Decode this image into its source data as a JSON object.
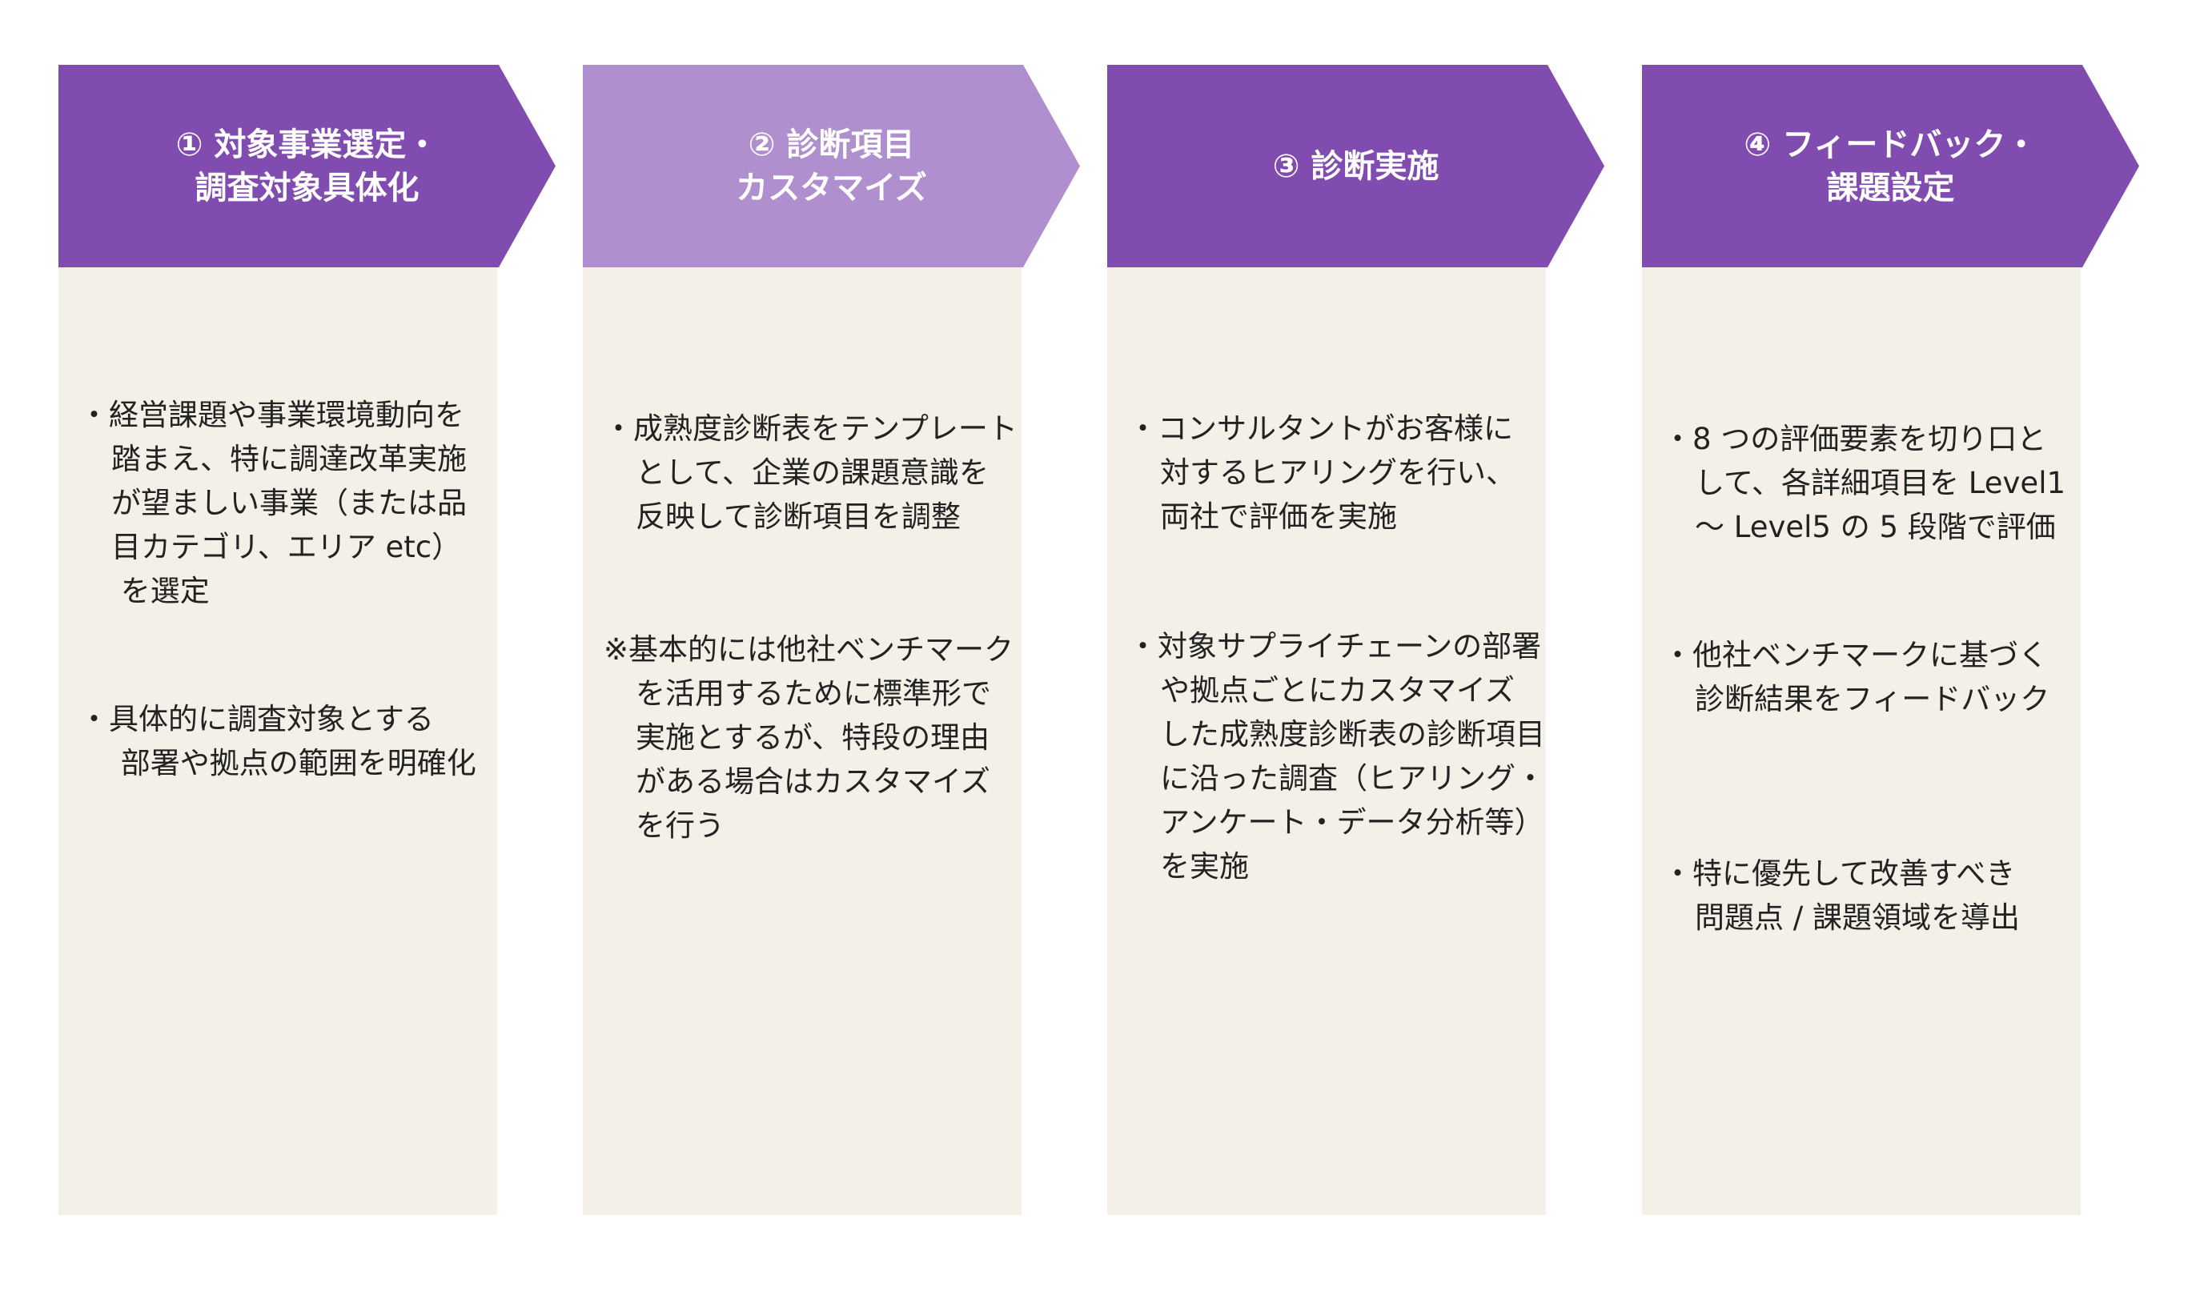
{
  "colors": {
    "step_dark": "#814caf",
    "step_light": "#b08fcf",
    "panel": "#f4f0e7"
  },
  "steps": [
    {
      "title": [
        "① 対象事業選定・",
        "調査対象具体化"
      ],
      "variant": "dark",
      "blocks": [
        [
          "・経営課題や事業環境動向を",
          "踏まえ、特に調達改革実施",
          "が望ましい事業（または品",
          "目カテゴリ、エリア etc）",
          " を選定"
        ],
        [
          "・具体的に調査対象とする",
          " 部署や拠点の範囲を明確化"
        ]
      ]
    },
    {
      "title": [
        "② 診断項目",
        "カスタマイズ"
      ],
      "variant": "light",
      "blocks": [
        [
          "・成熟度診断表をテンプレート",
          "として、企業の課題意識を",
          "反映して診断項目を調整"
        ],
        [
          "※基本的には他社ベンチマーク",
          "を活用するために標準形で",
          "実施とするが、特段の理由",
          "がある場合はカスタマイズ",
          "を行う"
        ]
      ]
    },
    {
      "title": [
        "③ 診断実施"
      ],
      "variant": "dark",
      "blocks": [
        [
          "・コンサルタントがお客様に",
          "対するヒアリングを行い、",
          "両社で評価を実施"
        ],
        [
          "・対象サプライチェーンの部署",
          "や拠点ごとにカスタマイズ",
          "した成熟度診断表の診断項目",
          "に沿った調査（ヒアリング・",
          "アンケート・データ分析等）",
          "を実施"
        ]
      ]
    },
    {
      "title": [
        "④ フィードバック・",
        "課題設定"
      ],
      "variant": "dark",
      "blocks": [
        [
          "・8 つの評価要素を切り口と",
          "して、各詳細項目を Level1",
          "～ Level5 の 5 段階で評価"
        ],
        [
          "・他社ベンチマークに基づく",
          "診断結果をフィードバック"
        ],
        [
          "・特に優先して改善すべき",
          "問題点 / 課題領域を導出"
        ]
      ]
    }
  ]
}
